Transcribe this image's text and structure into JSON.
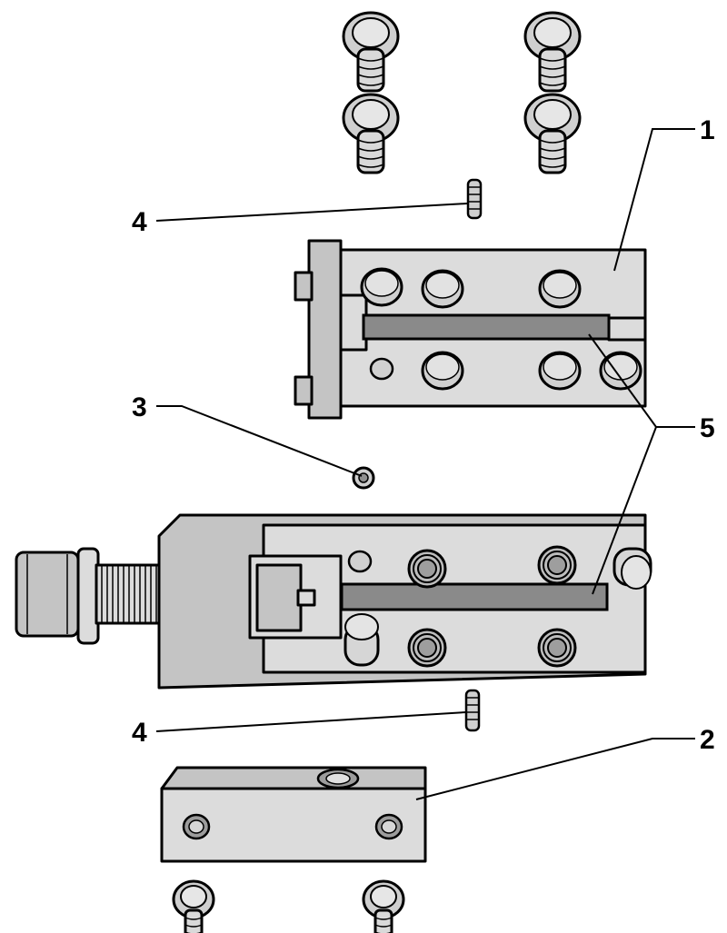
{
  "diagram": {
    "callouts": [
      {
        "id": "1",
        "label": "1"
      },
      {
        "id": "2",
        "label": "2"
      },
      {
        "id": "3",
        "label": "3"
      },
      {
        "id": "4a",
        "label": "4"
      },
      {
        "id": "4b",
        "label": "4"
      },
      {
        "id": "5",
        "label": "5"
      }
    ]
  }
}
